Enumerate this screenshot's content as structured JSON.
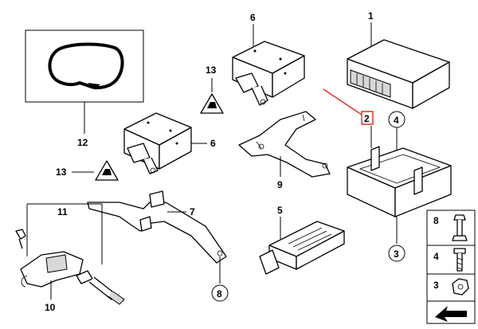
{
  "labels": {
    "l1": "1",
    "l2": "2",
    "l3": "3",
    "l4": "4",
    "l5": "5",
    "l6a": "6",
    "l6b": "6",
    "l7": "7",
    "l8": "8",
    "l9": "9",
    "l10": "10",
    "l11": "11",
    "l12": "12",
    "l13a": "13",
    "l13b": "13"
  },
  "legend": {
    "row8": "8",
    "row4": "4",
    "row3": "3"
  },
  "colors": {
    "highlight": "#e5302a",
    "line": "#000000",
    "shade": "#d8d8d8"
  }
}
